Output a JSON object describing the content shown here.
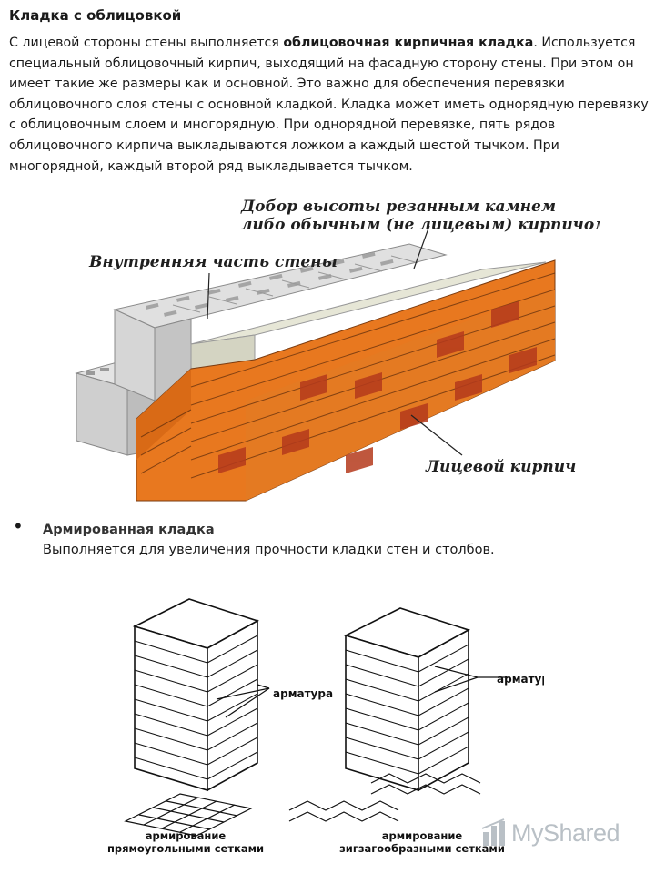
{
  "section": {
    "title": "Кладка с облицовкой",
    "para_before": "С лицевой стороны стены выполняется ",
    "para_bold": "облицовочная кирпичная кладка",
    "para_after": ". Используется специальный облицовочный кирпич, выходящий на фасадную сторону стены. При этом он имеет такие же размеры как и основной. Это важно для обеспечения перевязки облицовочного слоя стены с основной кладкой. Кладка может иметь однорядную перевязку с облицовочным слоем и многорядную. При однорядной перевязке, пять рядов облицовочного кирпича выкладываются ложком а каждый шестой тычком. При многорядной, каждый второй ряд выкладывается тычком."
  },
  "figure1": {
    "label_top_line1": "Добор высоты резанным камнем",
    "label_top_line2": "либо обычным (не лицевым) кирпичом",
    "label_inner": "Внутренняя часть стены",
    "label_face": "Лицевой кирпич",
    "colors": {
      "face_brick": "#e8781f",
      "dark_brick": "#b53a1c",
      "block_gray": "#d2d2d2",
      "mortar": "#f2f2f2"
    }
  },
  "list": {
    "bullet": "•",
    "item_title": "Армированная кладка",
    "item_desc": "Выполняется для увеличения прочности кладки стен и столбов."
  },
  "figure2": {
    "label_left": "арматура",
    "label_right": "арматура",
    "caption_left_1": "армирование",
    "caption_left_2": "прямоугольными сетками",
    "caption_right_1": "армирование",
    "caption_right_2": "зигзагообразными сетками"
  },
  "watermark": {
    "text": "MyShared",
    "icon": "bar-chart-icon"
  }
}
